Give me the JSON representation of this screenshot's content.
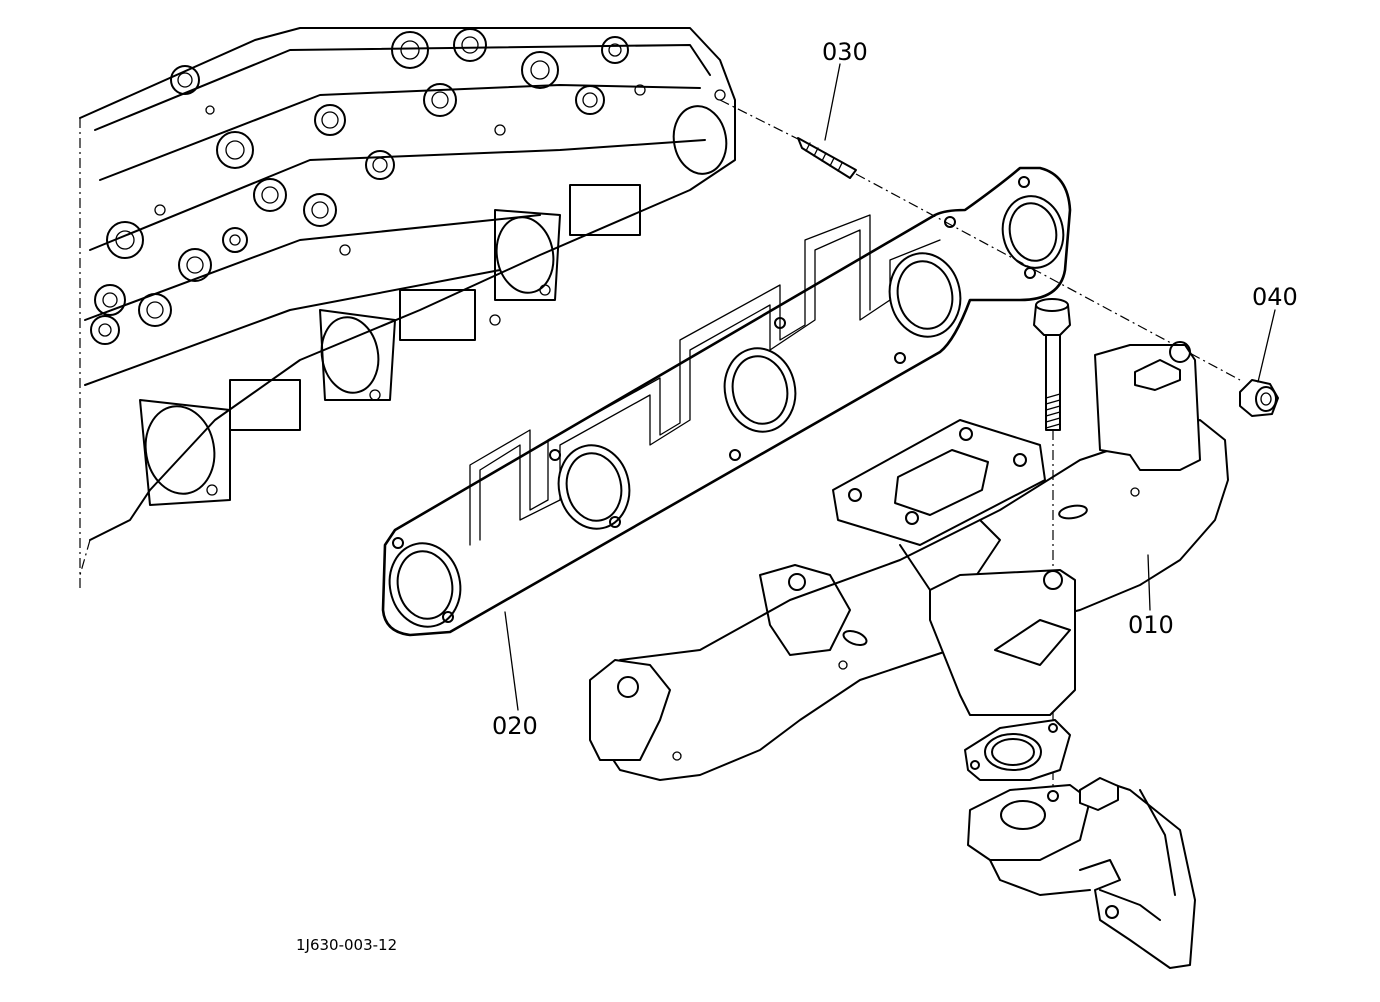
{
  "figure_id": "1J630-003-12",
  "callouts": {
    "manifold": "010",
    "gasket": "020",
    "stud": "030",
    "nut": "040"
  }
}
